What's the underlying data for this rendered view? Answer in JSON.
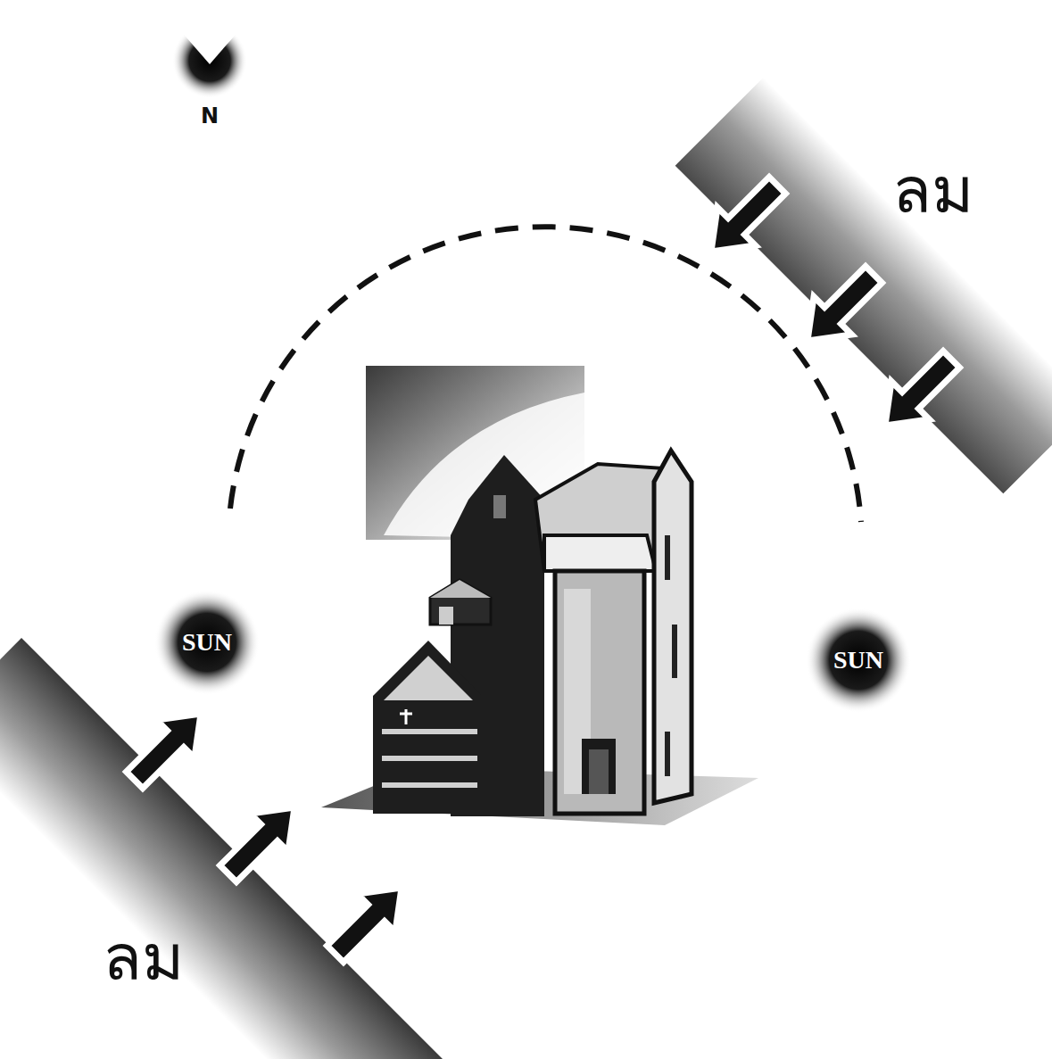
{
  "diagram": {
    "nodes": [
      {
        "text": [
          "SUN"
        ]
      },
      {
        "text": [
          "SUN"
        ]
      }
    ],
    "labels": [
      "N",
      "ลม",
      "ลม"
    ]
  }
}
